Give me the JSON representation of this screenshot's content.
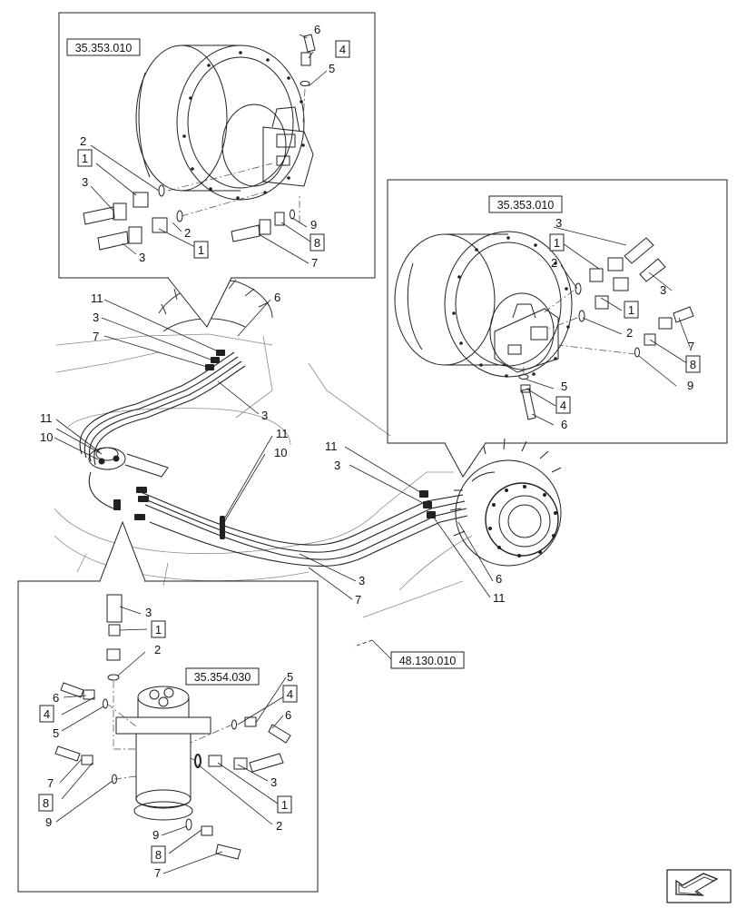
{
  "references": {
    "top_inset": "35.353.010",
    "right_inset": "35.353.010",
    "bottom_inset": "35.354.030",
    "main_drawing": "48.130.010"
  },
  "part_numbers": {
    "p1": "1",
    "p2": "2",
    "p3": "3",
    "p4": "4",
    "p5": "5",
    "p6": "6",
    "p7": "7",
    "p8": "8",
    "p9": "9",
    "p10": "10",
    "p11": "11"
  },
  "icons": {
    "navigation": "next-page-arrow-icon"
  }
}
